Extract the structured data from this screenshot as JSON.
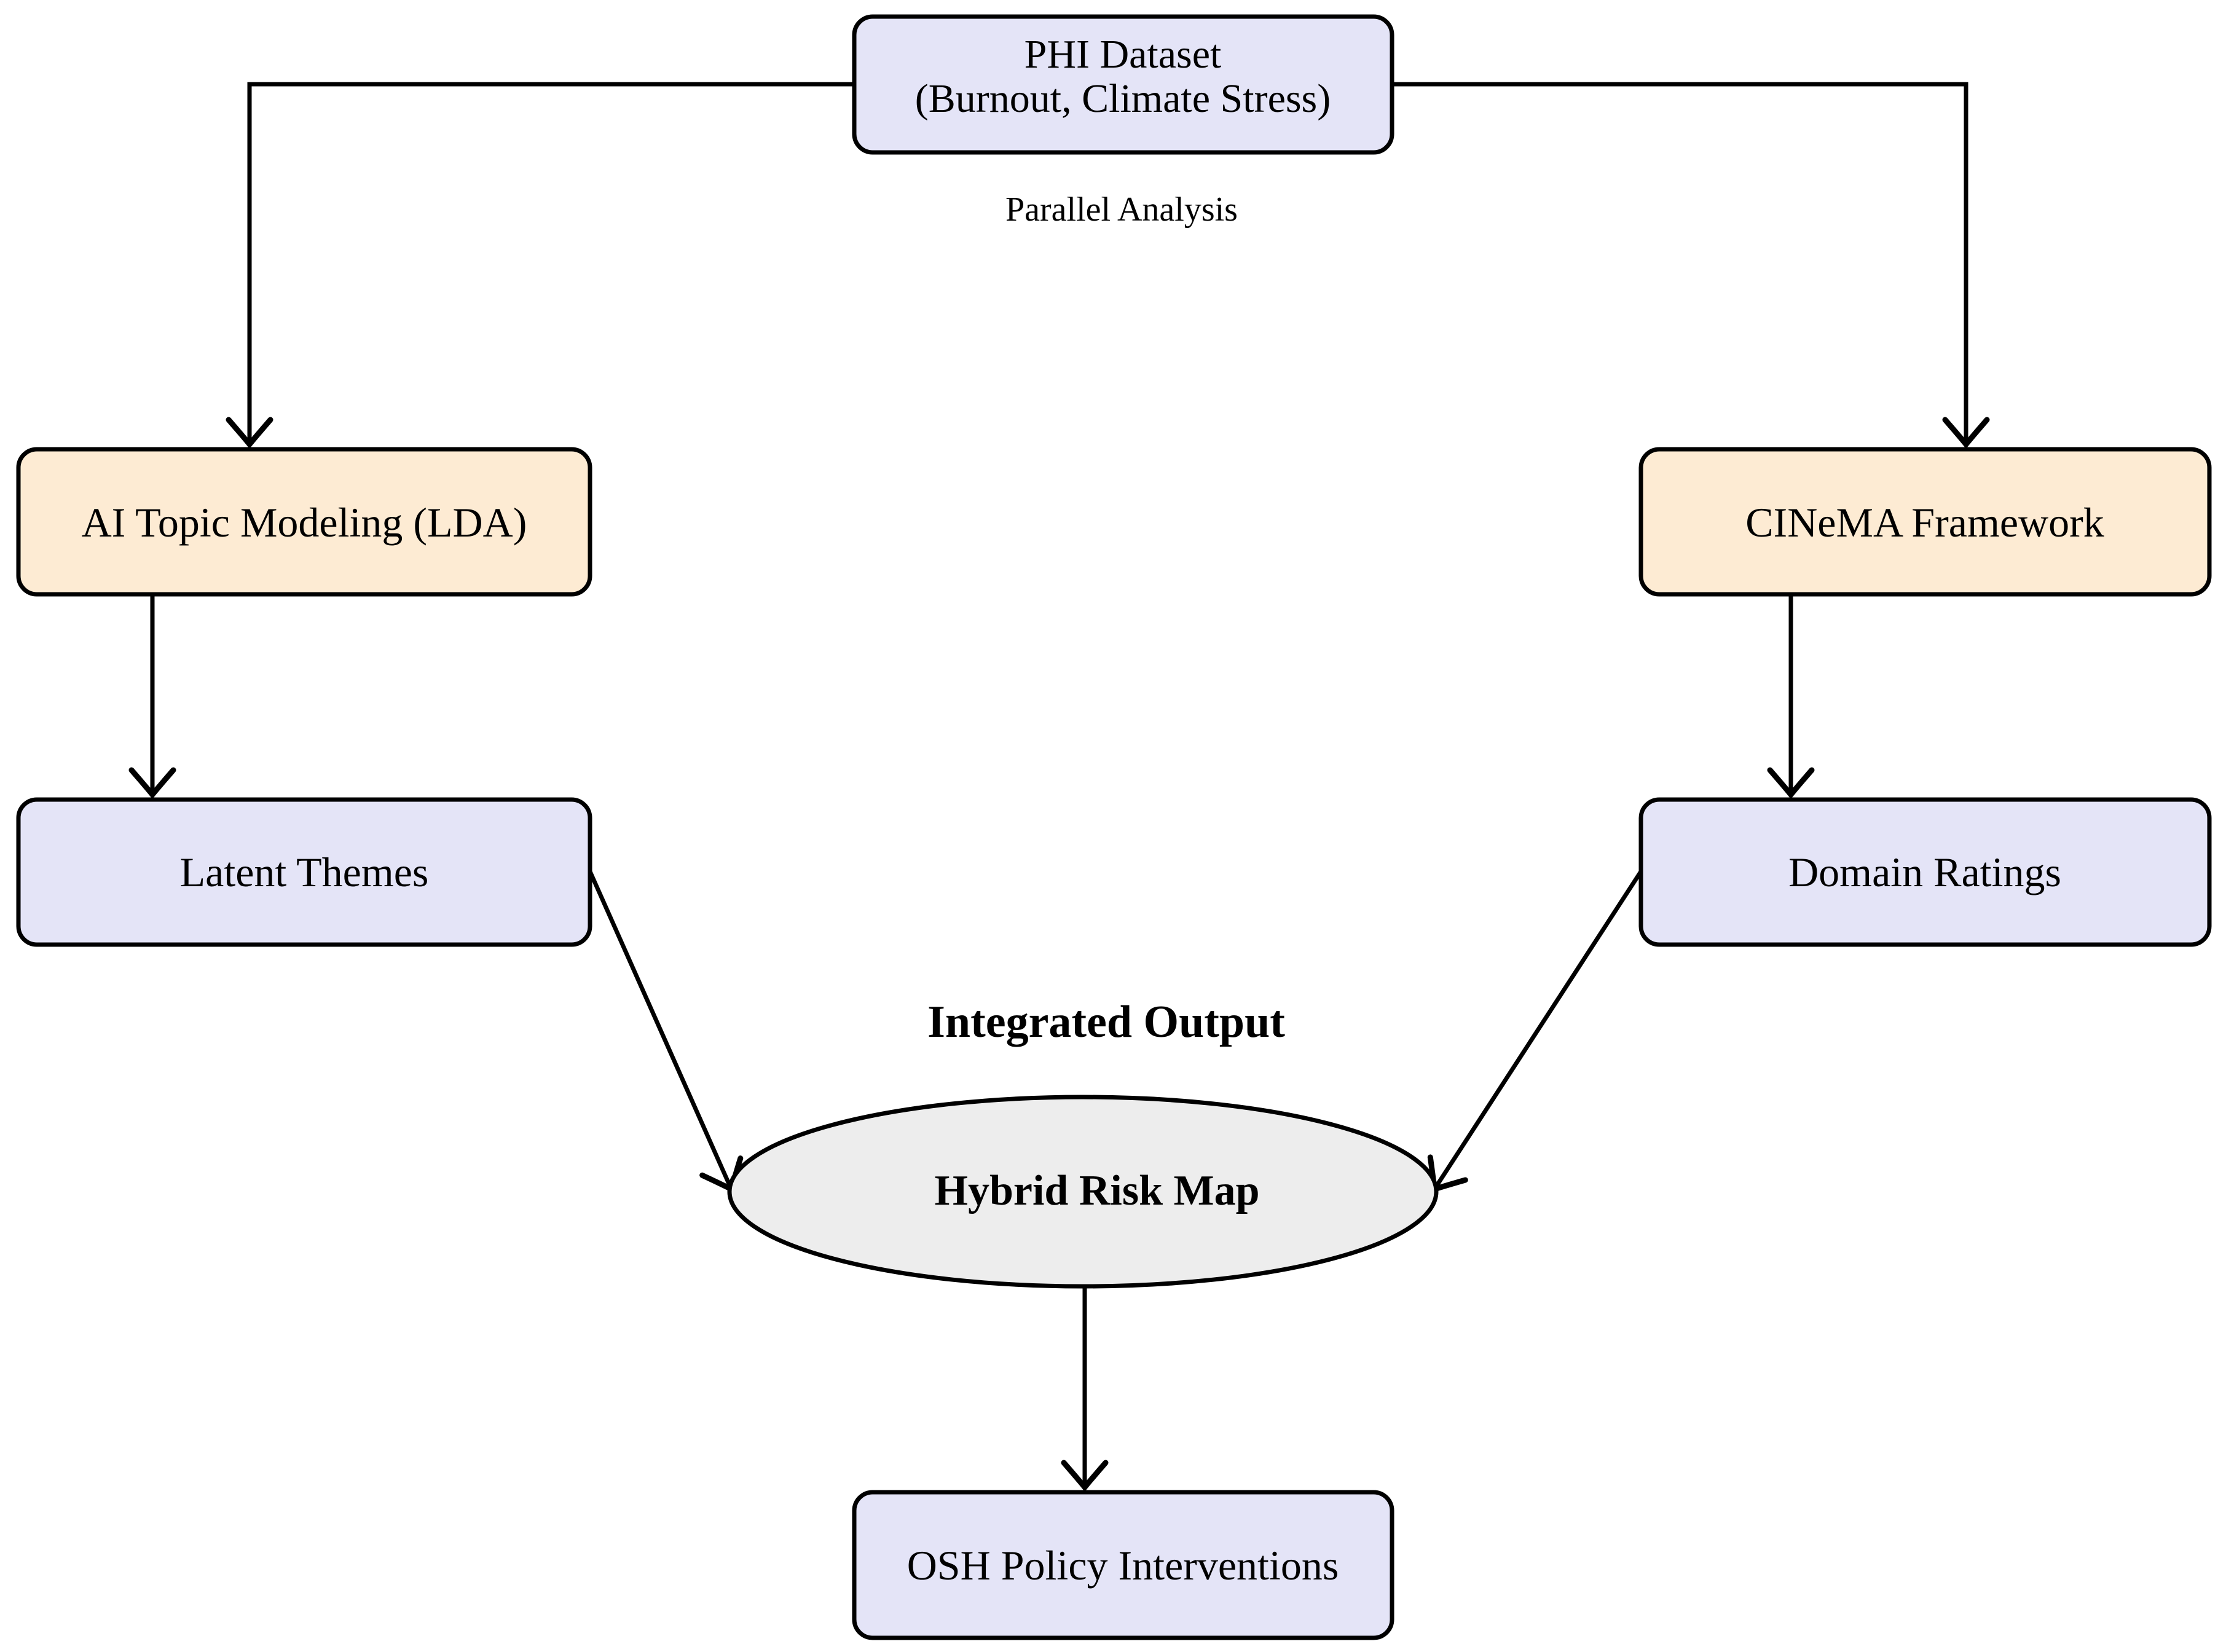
{
  "diagram": {
    "colors": {
      "node_lavender": "#e4e4f7",
      "node_peach": "#fdebd3",
      "node_gray": "#ededed",
      "stroke": "#000000"
    },
    "nodes": {
      "phi": {
        "line1": "PHI Dataset",
        "line2": "(Burnout, Climate Stress)"
      },
      "ai_topic": {
        "label": "AI Topic Modeling (LDA)"
      },
      "cinema": {
        "label": "CINeMA Framework"
      },
      "latent": {
        "label": "Latent Themes"
      },
      "domain": {
        "label": "Domain Ratings"
      },
      "hybrid": {
        "label": "Hybrid Risk Map"
      },
      "osh": {
        "label": "OSH Policy Interventions"
      }
    },
    "labels": {
      "parallel": "Parallel Analysis",
      "integrated": "Integrated Output"
    }
  }
}
